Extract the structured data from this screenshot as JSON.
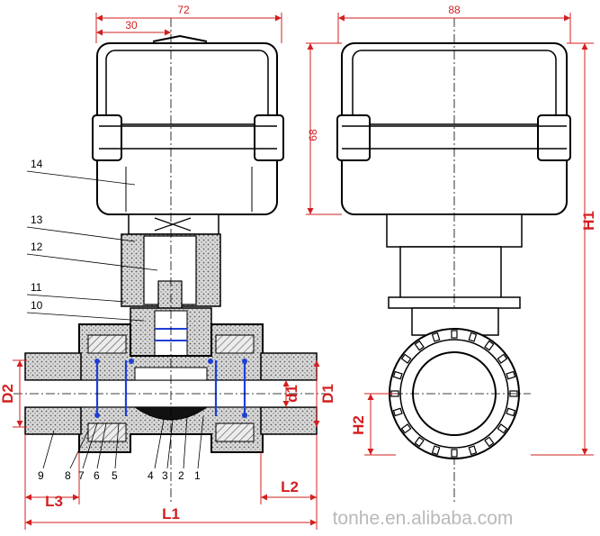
{
  "dimensions": {
    "width_side": "72",
    "width_top": "30",
    "width_front": "88",
    "height_actuator": "68",
    "H1": "H1",
    "H2": "H2",
    "D1": "D1",
    "D2": "D2",
    "d1": "d1",
    "L1": "L1",
    "L2": "L2",
    "L3": "L3"
  },
  "part_numbers": [
    "14",
    "13",
    "12",
    "11",
    "10",
    "9",
    "8",
    "7",
    "6",
    "5",
    "4",
    "3",
    "2",
    "1"
  ],
  "watermark": "tonhe.en.alibaba.com",
  "colors": {
    "annotation": "#d31f1f",
    "outline": "#000000",
    "hatch": "#6f6f6f"
  }
}
